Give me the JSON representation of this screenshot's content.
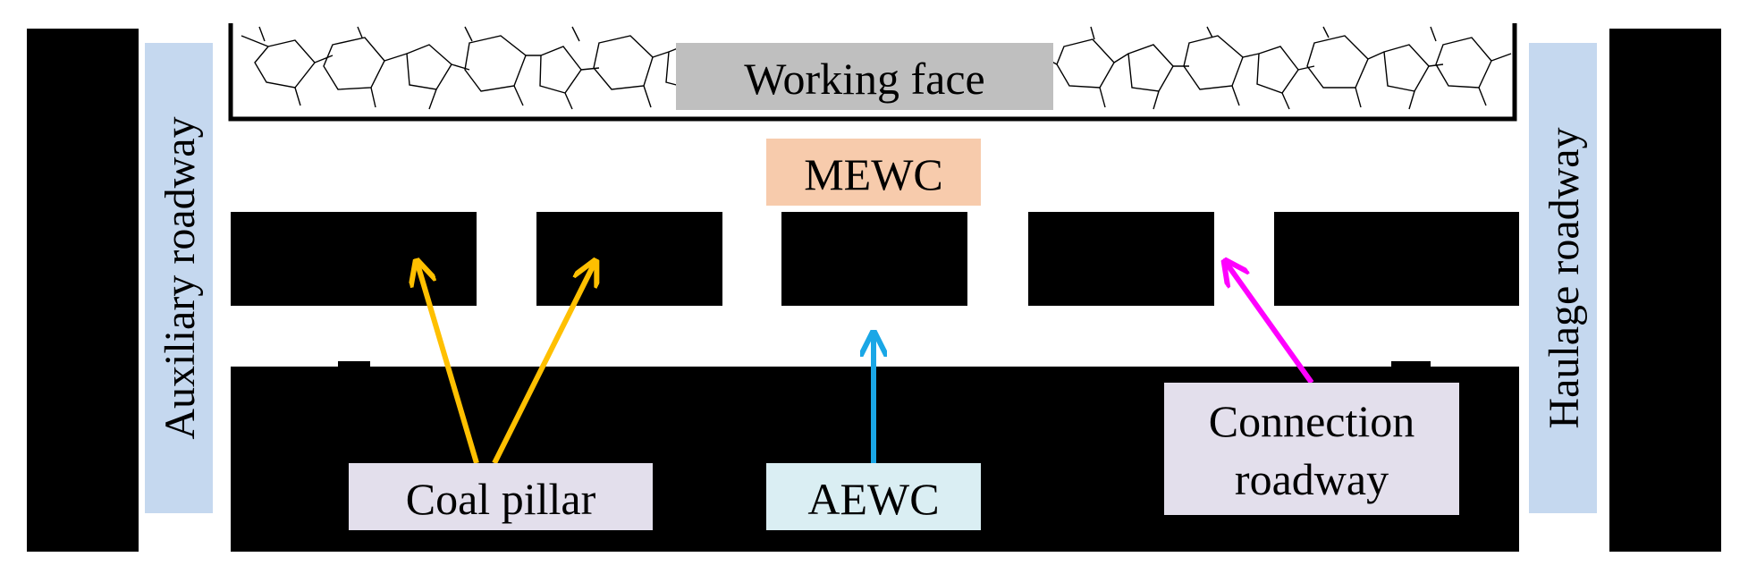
{
  "diagram": {
    "labels": {
      "working_face": "Working face",
      "mewc": "MEWC",
      "auxiliary_roadway": "Auxiliary roadway",
      "haulage_roadway": "Haulage roadway",
      "coal_pillar": "Coal pillar",
      "aewc": "AEWC",
      "connection_roadway_line1": "Connection",
      "connection_roadway_line2": "roadway"
    },
    "colors": {
      "solid": "#000000",
      "working_face_box": "#bfbfbf",
      "mewc_box": "#f7cbac",
      "roadway_box": "#c5d8ef",
      "coal_pillar_box": "#e3dfec",
      "aewc_box": "#daeef3",
      "connection_box": "#e3dfec",
      "arrow_coal_pillar": "#ffc000",
      "arrow_aewc": "#1aa7e6",
      "arrow_connection": "#ff00ff"
    }
  }
}
